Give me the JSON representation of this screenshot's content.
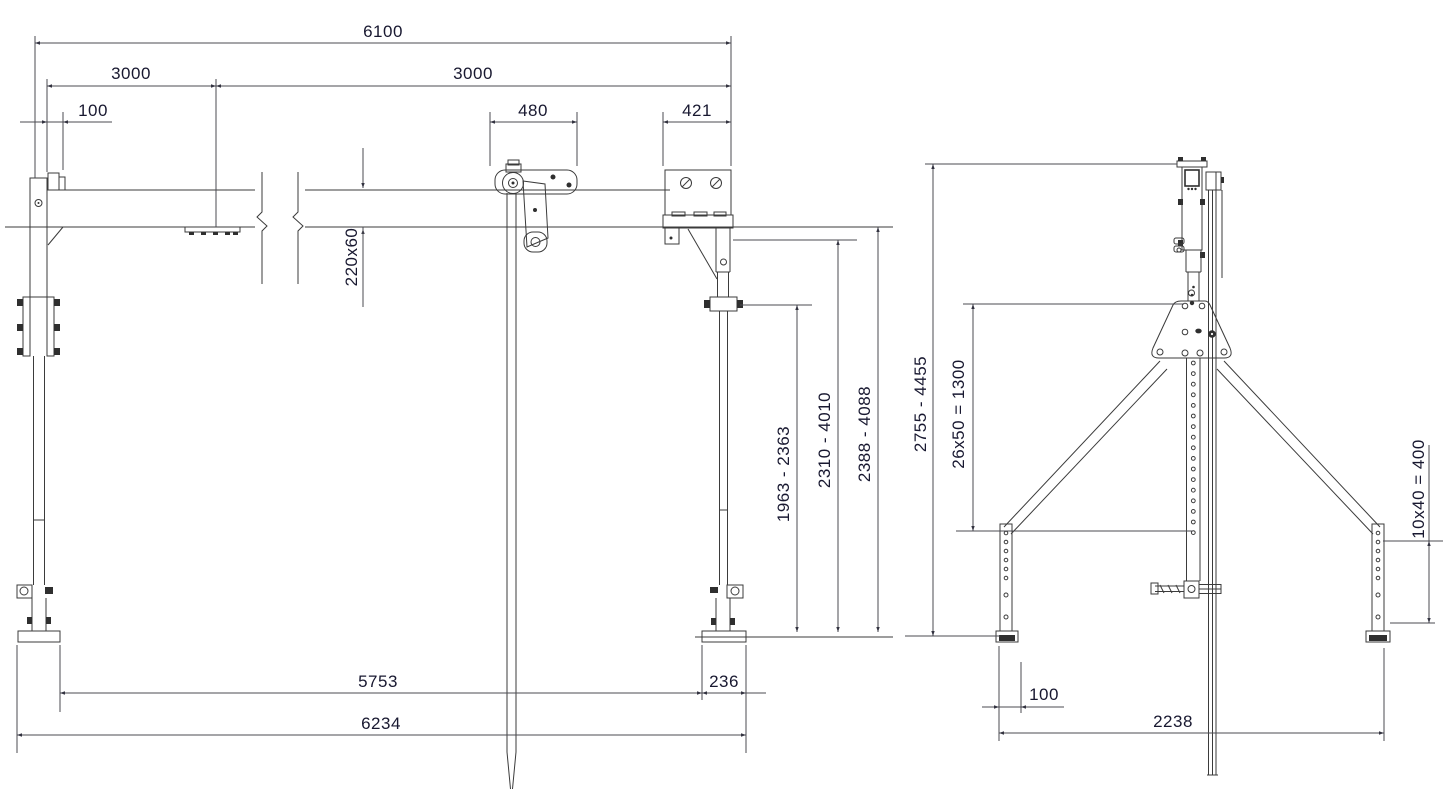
{
  "drawing": {
    "type": "technical-drawing",
    "subject": "portable gantry crane - two orthographic views",
    "background_color": "#ffffff",
    "line_color": "#3b3b3b",
    "dimension_text_color": "#181830",
    "front_view": {
      "overall_span": "6100",
      "half_span_left": "3000",
      "half_span_right": "3000",
      "end_offset": "100",
      "trolley_width": "480",
      "bracket_width": "421",
      "beam_profile": "220x60",
      "post_adjustment_range": "1963 - 2363",
      "hook_height_range": "2310 - 4010",
      "beam_underside_range": "2388 - 4088",
      "clear_span": "5753",
      "foot_length": "236",
      "overall_base_width": "6234"
    },
    "side_view": {
      "overall_height_range": "2755 - 4455",
      "mast_hole_pattern": "26x50 = 1300",
      "leg_hole_pattern": "10x40 = 400",
      "foot_offset": "100",
      "leg_spread": "2238"
    }
  }
}
